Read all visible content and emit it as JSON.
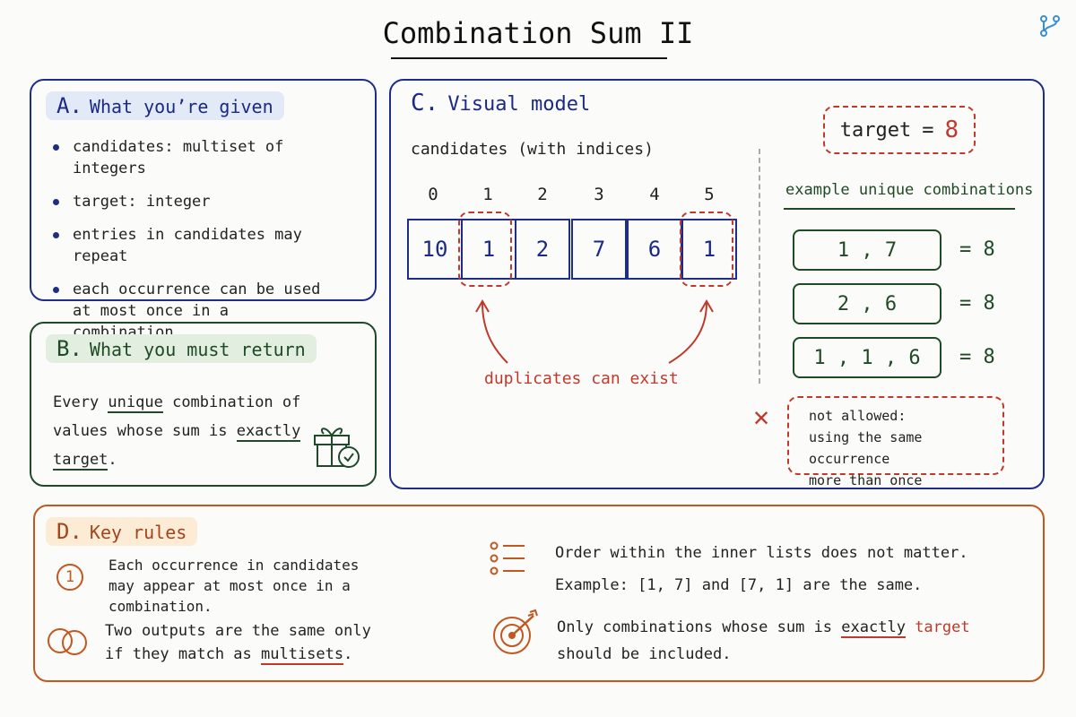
{
  "title": "Combination Sum II",
  "panel_a": {
    "letter": "A.",
    "heading": "What you’re given",
    "bullets": [
      "candidates: multiset of integers",
      "target: integer",
      "entries in candidates may repeat",
      "each occurrence can be used at most once in a combination"
    ]
  },
  "panel_b": {
    "letter": "B.",
    "heading": "What you must return",
    "text_1": "Every ",
    "text_unique": "unique",
    "text_2": " combination of values whose sum is ",
    "text_exactly": "exactly",
    "text_3": " ",
    "text_target": "target",
    "text_4": "."
  },
  "panel_c": {
    "letter": "C.",
    "heading": "Visual model",
    "candidates_label": "candidates (with indices)",
    "indices": [
      "0",
      "1",
      "2",
      "3",
      "4",
      "5"
    ],
    "values": [
      "10",
      "1",
      "2",
      "7",
      "6",
      "1"
    ],
    "duplicates_label": "duplicates can exist",
    "target_label": "target",
    "target_eq": "=",
    "target_value": "8",
    "examples_label": "example unique combinations",
    "combos": [
      {
        "text": "1 , 7",
        "sum": "= 8"
      },
      {
        "text": "2 , 6",
        "sum": "= 8"
      },
      {
        "text": "1 , 1 , 6",
        "sum": "= 8"
      }
    ],
    "x_mark": "✕",
    "not_allowed": [
      "not allowed:",
      "using the same occurrence",
      "more than once"
    ]
  },
  "panel_d": {
    "letter": "D.",
    "heading": "Key rules",
    "rule1_num": "1",
    "rule1": "Each occurrence in candidates may appear at most once in a combination.",
    "rule2_a": "Two outputs are the same only if they match as ",
    "rule2_b": "multisets",
    "rule2_c": ".",
    "order_1": "Order within the inner lists does not matter.",
    "order_2": "Example: [1, 7] and [7, 1] are the same.",
    "only_a": "Only combinations whose sum is ",
    "only_exactly": "exactly",
    "only_space": " ",
    "only_target": "target",
    "only_b": "should be included."
  },
  "colors": {
    "blue": "#1f2d8a",
    "green": "#1f4a2a",
    "orange": "#c2571f",
    "red": "#c0392b"
  }
}
